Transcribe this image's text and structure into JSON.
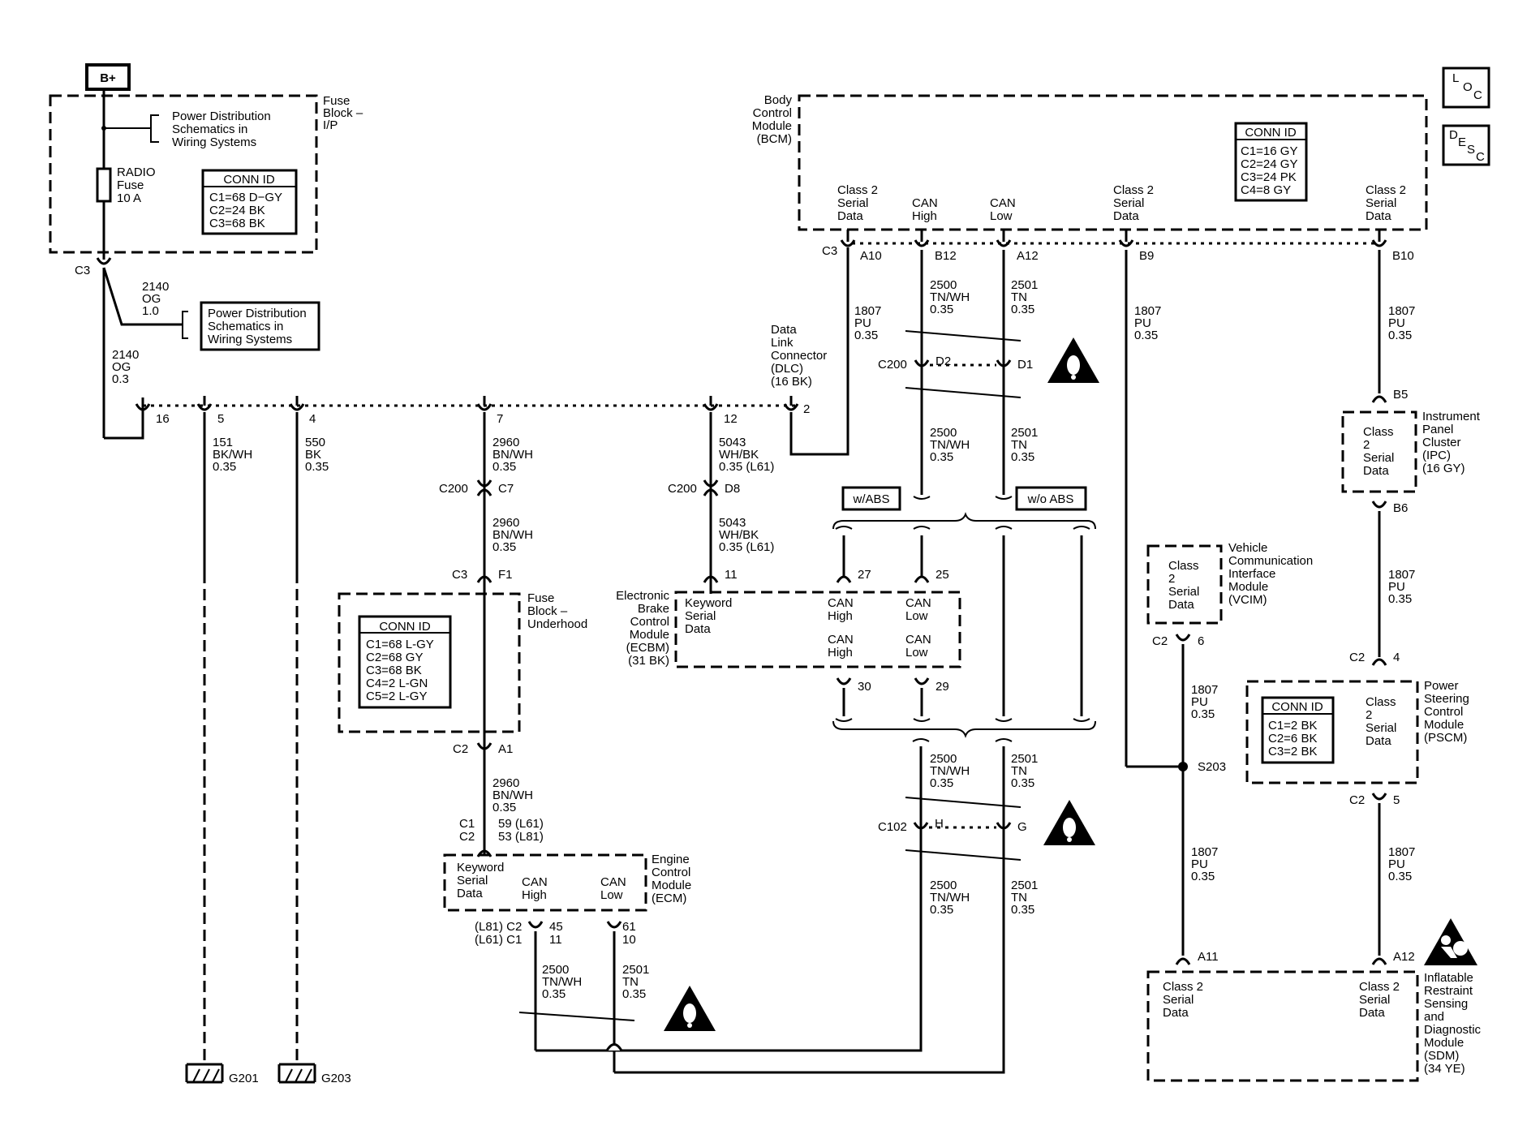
{
  "top": {
    "bplus": "B+",
    "loc": [
      "L",
      "O",
      "C"
    ],
    "desc": [
      "D",
      "E",
      "S",
      "C"
    ]
  },
  "fuse_block_ip": {
    "label": [
      "Fuse",
      "Block –",
      "I/P"
    ],
    "pds_ref": [
      "Power Distribution",
      "Schematics in",
      "Wiring Systems"
    ],
    "fuse": [
      "RADIO",
      "Fuse",
      "10 A"
    ],
    "conn_title": "CONN ID",
    "conn": [
      "C1=68 D−GY",
      "C2=24 BK",
      "C3=68 BK"
    ],
    "c3": "C3"
  },
  "wire_2140_a": [
    "2140",
    "OG",
    "1.0"
  ],
  "pds_ref2": [
    "Power Distribution",
    "Schematics in",
    "Wiring Systems"
  ],
  "wire_2140_b": [
    "2140",
    "OG",
    "0.3"
  ],
  "dlc": {
    "label": [
      "Data",
      "Link",
      "Connector",
      "(DLC)",
      "(16 BK)"
    ],
    "pins": [
      "16",
      "5",
      "4",
      "7",
      "12",
      "2"
    ]
  },
  "wire_151": [
    "151",
    "BK/WH",
    "0.35"
  ],
  "wire_550": [
    "550",
    "BK",
    "0.35"
  ],
  "wire_2960_a": [
    "2960",
    "BN/WH",
    "0.35"
  ],
  "wire_5043_a": [
    "5043",
    "WH/BK",
    "0.35 (L61)"
  ],
  "c200_c7": {
    "c": "C200",
    "p": "C7"
  },
  "c200_d8": {
    "c": "C200",
    "p": "D8"
  },
  "wire_2960_b": [
    "2960",
    "BN/WH",
    "0.35"
  ],
  "wire_5043_b": [
    "5043",
    "WH/BK",
    "0.35 (L61)"
  ],
  "c3_f1": {
    "c": "C3",
    "p": "F1"
  },
  "pin_11": "11",
  "fuse_underhood": {
    "label": [
      "Fuse",
      "Block –",
      "Underhood"
    ],
    "conn_title": "CONN ID",
    "conn": [
      "C1=68 L-GY",
      "C2=68 GY",
      "C3=68 BK",
      "C4=2 L-GN",
      "C5=2 L-GY"
    ]
  },
  "c2_a1": {
    "c": "C2",
    "p": "A1"
  },
  "wire_2960_c": [
    "2960",
    "BN/WH",
    "0.35"
  ],
  "ecm_in": {
    "c": [
      "C1",
      "C2"
    ],
    "p": [
      "59 (L61)",
      "53 (L81)"
    ]
  },
  "ecm": {
    "label": [
      "Engine",
      "Control",
      "Module",
      "(ECM)"
    ],
    "kw": [
      "Keyword",
      "Serial",
      "Data"
    ],
    "canh": [
      "CAN",
      "High"
    ],
    "canl": [
      "CAN",
      "Low"
    ]
  },
  "ecm_pins": {
    "c": [
      "(L81) C2",
      "(L61) C1"
    ],
    "h": [
      "45",
      "11"
    ],
    "l": [
      "61",
      "10"
    ]
  },
  "wire_2500_ecm": [
    "2500",
    "TN/WH",
    "0.35"
  ],
  "wire_2501_ecm": [
    "2501",
    "TN",
    "0.35"
  ],
  "grounds": [
    "G201",
    "G203"
  ],
  "bcm": {
    "label": [
      "Body",
      "Control",
      "Module",
      "(BCM)"
    ],
    "conn_title": "CONN ID",
    "conn": [
      "C1=16 GY",
      "C2=24 GY",
      "C3=24 PK",
      "C4=8 GY"
    ],
    "t1": [
      "Class 2",
      "Serial",
      "Data"
    ],
    "t2": [
      "CAN",
      "High"
    ],
    "t3": [
      "CAN",
      "Low"
    ],
    "t4": [
      "Class 2",
      "Serial",
      "Data"
    ],
    "t5": [
      "Class 2",
      "Serial",
      "Data"
    ],
    "c3": "C3",
    "pins": [
      "A10",
      "B12",
      "A12",
      "B9",
      "B10"
    ]
  },
  "wire_1807_dlc": [
    "1807",
    "PU",
    "0.35"
  ],
  "wire_2500_a": [
    "2500",
    "TN/WH",
    "0.35"
  ],
  "wire_2501_a": [
    "2501",
    "TN",
    "0.35"
  ],
  "wire_1807_b9": [
    "1807",
    "PU",
    "0.35"
  ],
  "wire_1807_b10": [
    "1807",
    "PU",
    "0.35"
  ],
  "c200_mid": {
    "c": "C200",
    "p1": "D2",
    "p2": "D1"
  },
  "wire_2500_b": [
    "2500",
    "TN/WH",
    "0.35"
  ],
  "wire_2501_b": [
    "2501",
    "TN",
    "0.35"
  ],
  "abs": {
    "with": "w/ABS",
    "without": "w/o ABS"
  },
  "ebcm": {
    "label": [
      "Electronic",
      "Brake",
      "Control",
      "Module",
      "(ECBM)",
      "(31 BK)"
    ],
    "kw": [
      "Keyword",
      "Serial",
      "Data"
    ],
    "h1": [
      "CAN",
      "High"
    ],
    "l1": [
      "CAN",
      "Low"
    ],
    "h2": [
      "CAN",
      "High"
    ],
    "l2": [
      "CAN",
      "Low"
    ],
    "pins": [
      "27",
      "25",
      "30",
      "29"
    ]
  },
  "wire_2500_c": [
    "2500",
    "TN/WH",
    "0.35"
  ],
  "wire_2501_c": [
    "2501",
    "TN",
    "0.35"
  ],
  "c102": {
    "c": "C102",
    "p1": "H",
    "p2": "G"
  },
  "wire_2500_d": [
    "2500",
    "TN/WH",
    "0.35"
  ],
  "wire_2501_d": [
    "2501",
    "TN",
    "0.35"
  ],
  "ipc": {
    "b5": "B5",
    "b6": "B6",
    "text": [
      "Class",
      "2",
      "Serial",
      "Data"
    ],
    "label": [
      "Instrument",
      "Panel",
      "Cluster",
      "(IPC)",
      "(16 GY)"
    ]
  },
  "wire_1807_ipc": [
    "1807",
    "PU",
    "0.35"
  ],
  "vcim": {
    "text": [
      "Class",
      "2",
      "Serial",
      "Data"
    ],
    "label": [
      "Vehicle",
      "Communication",
      "Interface",
      "Module",
      "(VCIM)"
    ],
    "c": "C2",
    "p": "6"
  },
  "wire_1807_vcim": [
    "1807",
    "PU",
    "0.35"
  ],
  "s203": "S203",
  "wire_1807_s203": [
    "1807",
    "PU",
    "0.35"
  ],
  "pscm": {
    "c_in": "C2",
    "p_in": "4",
    "conn_title": "CONN ID",
    "conn": [
      "C1=2 BK",
      "C2=6 BK",
      "C3=2 BK"
    ],
    "text": [
      "Class",
      "2",
      "Serial",
      "Data"
    ],
    "label": [
      "Power",
      "Steering",
      "Control",
      "Module",
      "(PSCM)"
    ],
    "c_out": "C2",
    "p_out": "5"
  },
  "wire_1807_pscm": [
    "1807",
    "PU",
    "0.35"
  ],
  "sdm": {
    "a11": "A11",
    "a12": "A12",
    "t1": [
      "Class 2",
      "Serial",
      "Data"
    ],
    "t2": [
      "Class 2",
      "Serial",
      "Data"
    ],
    "label": [
      "Inflatable",
      "Restraint",
      "Sensing",
      "and",
      "Diagnostic",
      "Module",
      "(SDM)",
      "(34 YE)"
    ]
  }
}
